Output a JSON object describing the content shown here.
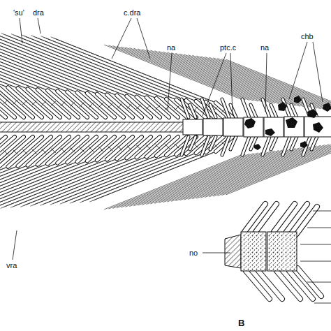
{
  "diagram": {
    "labels": [
      "'su'",
      "dra",
      "c.dra",
      "na",
      "ptc.c",
      "na",
      "chb",
      "vra",
      "no",
      "B"
    ]
  }
}
